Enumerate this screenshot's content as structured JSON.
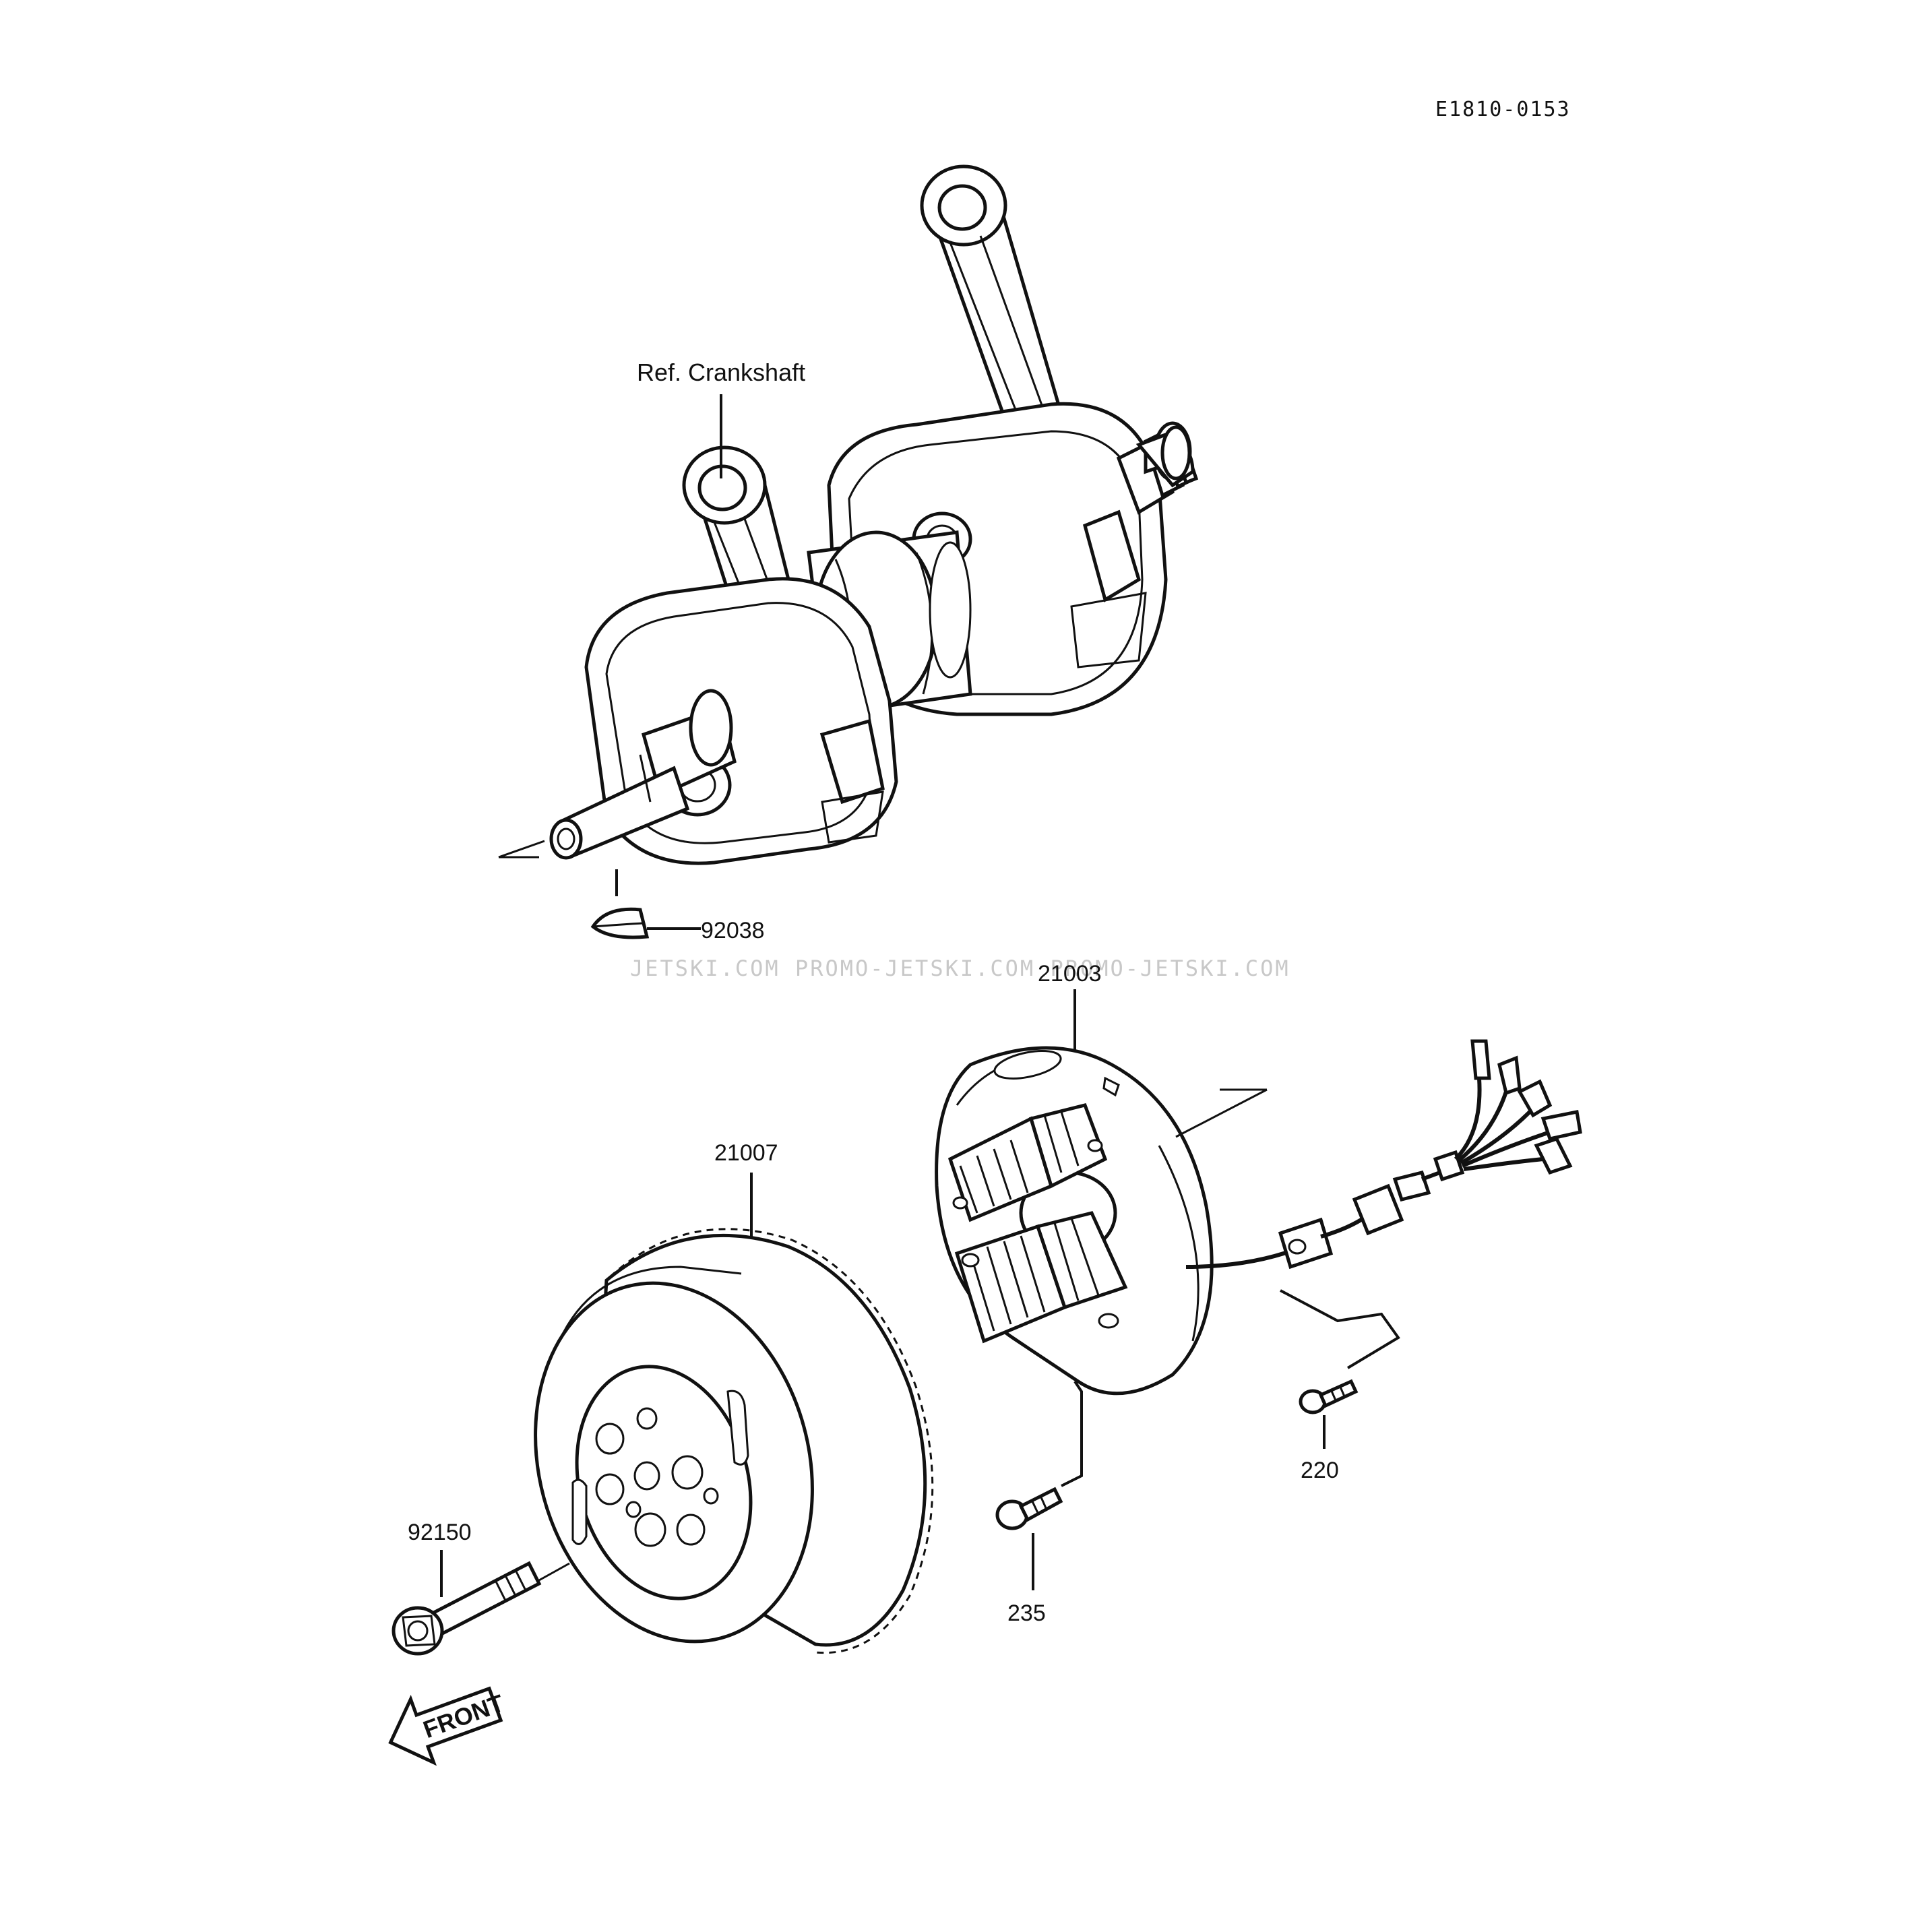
{
  "diagram": {
    "code": "E1810-0153",
    "reference_label": "Ref. Crankshaft",
    "watermark": "JETSKI.COM  PROMO-JETSKI.COM  PROMO-JETSKI.COM",
    "front_label": "FRONT",
    "parts": [
      {
        "id": "key",
        "number": "92038"
      },
      {
        "id": "stator",
        "number": "21003"
      },
      {
        "id": "flywheel",
        "number": "21007"
      },
      {
        "id": "flywheel-bolt",
        "number": "92150"
      },
      {
        "id": "screw-220",
        "number": "220"
      },
      {
        "id": "screw-235",
        "number": "235"
      }
    ]
  }
}
